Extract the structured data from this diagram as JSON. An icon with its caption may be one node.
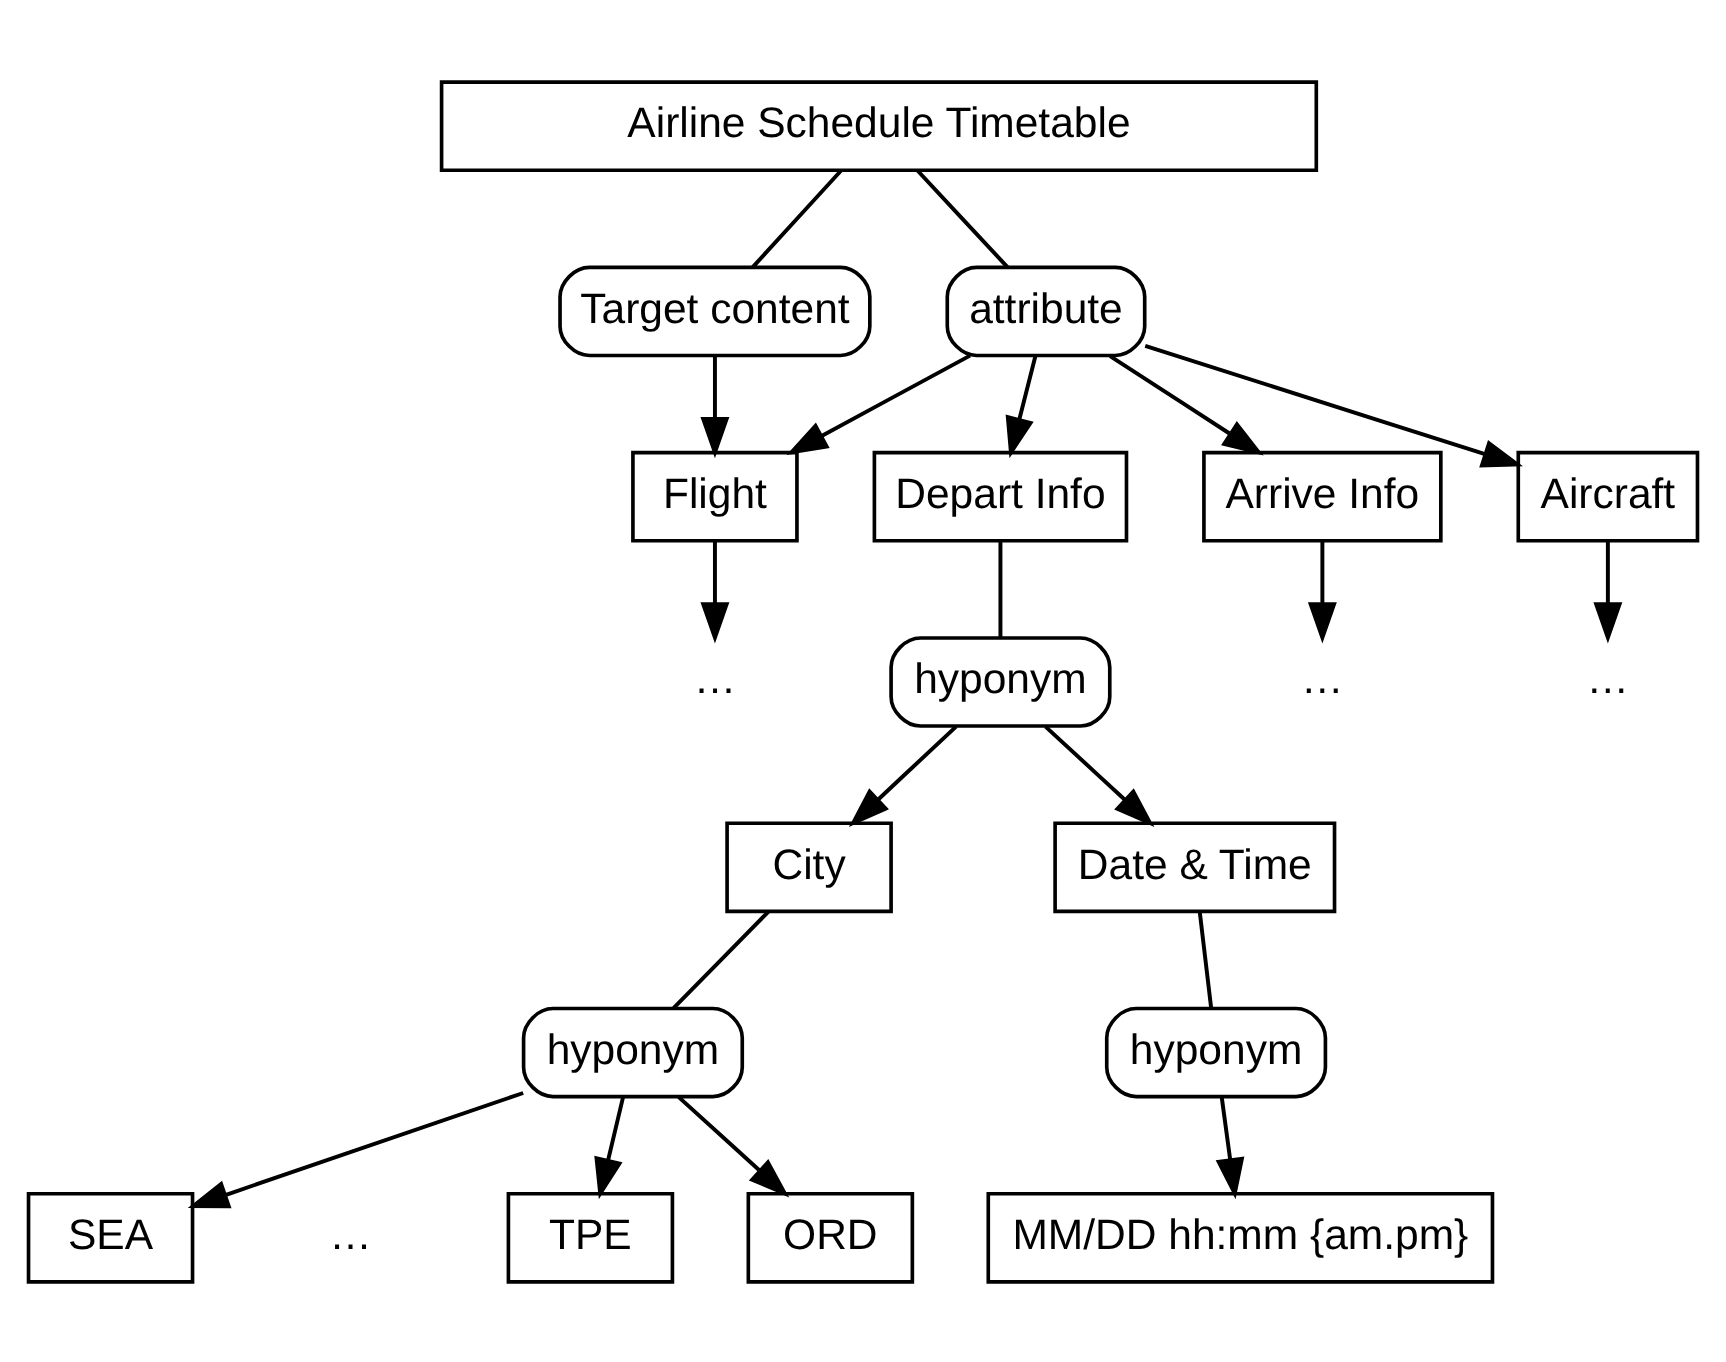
{
  "diagram": {
    "nodes": [
      {
        "text": [
          "Airline Schedule Timetable"
        ]
      },
      {
        "text": [
          "Target content"
        ]
      },
      {
        "text": [
          "attribute"
        ]
      },
      {
        "text": [
          "Flight"
        ]
      },
      {
        "text": [
          "Depart Info"
        ]
      },
      {
        "text": [
          "Arrive Info"
        ]
      },
      {
        "text": [
          "Aircraft"
        ]
      },
      {
        "text": [
          "…"
        ]
      },
      {
        "text": [
          "hyponym"
        ]
      },
      {
        "text": [
          "…"
        ]
      },
      {
        "text": [
          "…"
        ]
      },
      {
        "text": [
          "City"
        ]
      },
      {
        "text": [
          "Date & Time"
        ]
      },
      {
        "text": [
          "hyponym"
        ]
      },
      {
        "text": [
          "hyponym"
        ]
      },
      {
        "text": [
          "SEA"
        ]
      },
      {
        "text": [
          "TPE"
        ]
      },
      {
        "text": [
          "ORD"
        ]
      },
      {
        "text": [
          "MM/DD hh:mm {am.pm}"
        ]
      }
    ],
    "edges": [
      {
        "from": 0,
        "to": 1,
        "arrow": "none"
      },
      {
        "from": 1,
        "to": 3,
        "arrow": "to"
      },
      {
        "from": 0,
        "to": 2,
        "arrow": "none"
      },
      {
        "from": 2,
        "to": 3,
        "arrow": "to"
      },
      {
        "from": 2,
        "to": 4,
        "arrow": "to"
      },
      {
        "from": 2,
        "to": 5,
        "arrow": "to"
      },
      {
        "from": 2,
        "to": 6,
        "arrow": "to"
      },
      {
        "from": 3,
        "to": 7,
        "arrow": "to"
      },
      {
        "from": 4,
        "to": 8,
        "arrow": "none"
      },
      {
        "from": 5,
        "to": 9,
        "arrow": "to"
      },
      {
        "from": 6,
        "to": 10,
        "arrow": "to"
      },
      {
        "from": 8,
        "to": 11,
        "arrow": "to"
      },
      {
        "from": 8,
        "to": 12,
        "arrow": "to"
      },
      {
        "from": 11,
        "to": 13,
        "arrow": "none"
      },
      {
        "from": 12,
        "to": 14,
        "arrow": "none"
      },
      {
        "from": 13,
        "to": 15,
        "arrow": "to"
      },
      {
        "from": 13,
        "to": 16,
        "arrow": "to"
      },
      {
        "from": 13,
        "to": 17,
        "arrow": "to"
      },
      {
        "from": 14,
        "to": 18,
        "arrow": "to"
      }
    ],
    "labels": [
      "…"
    ]
  }
}
